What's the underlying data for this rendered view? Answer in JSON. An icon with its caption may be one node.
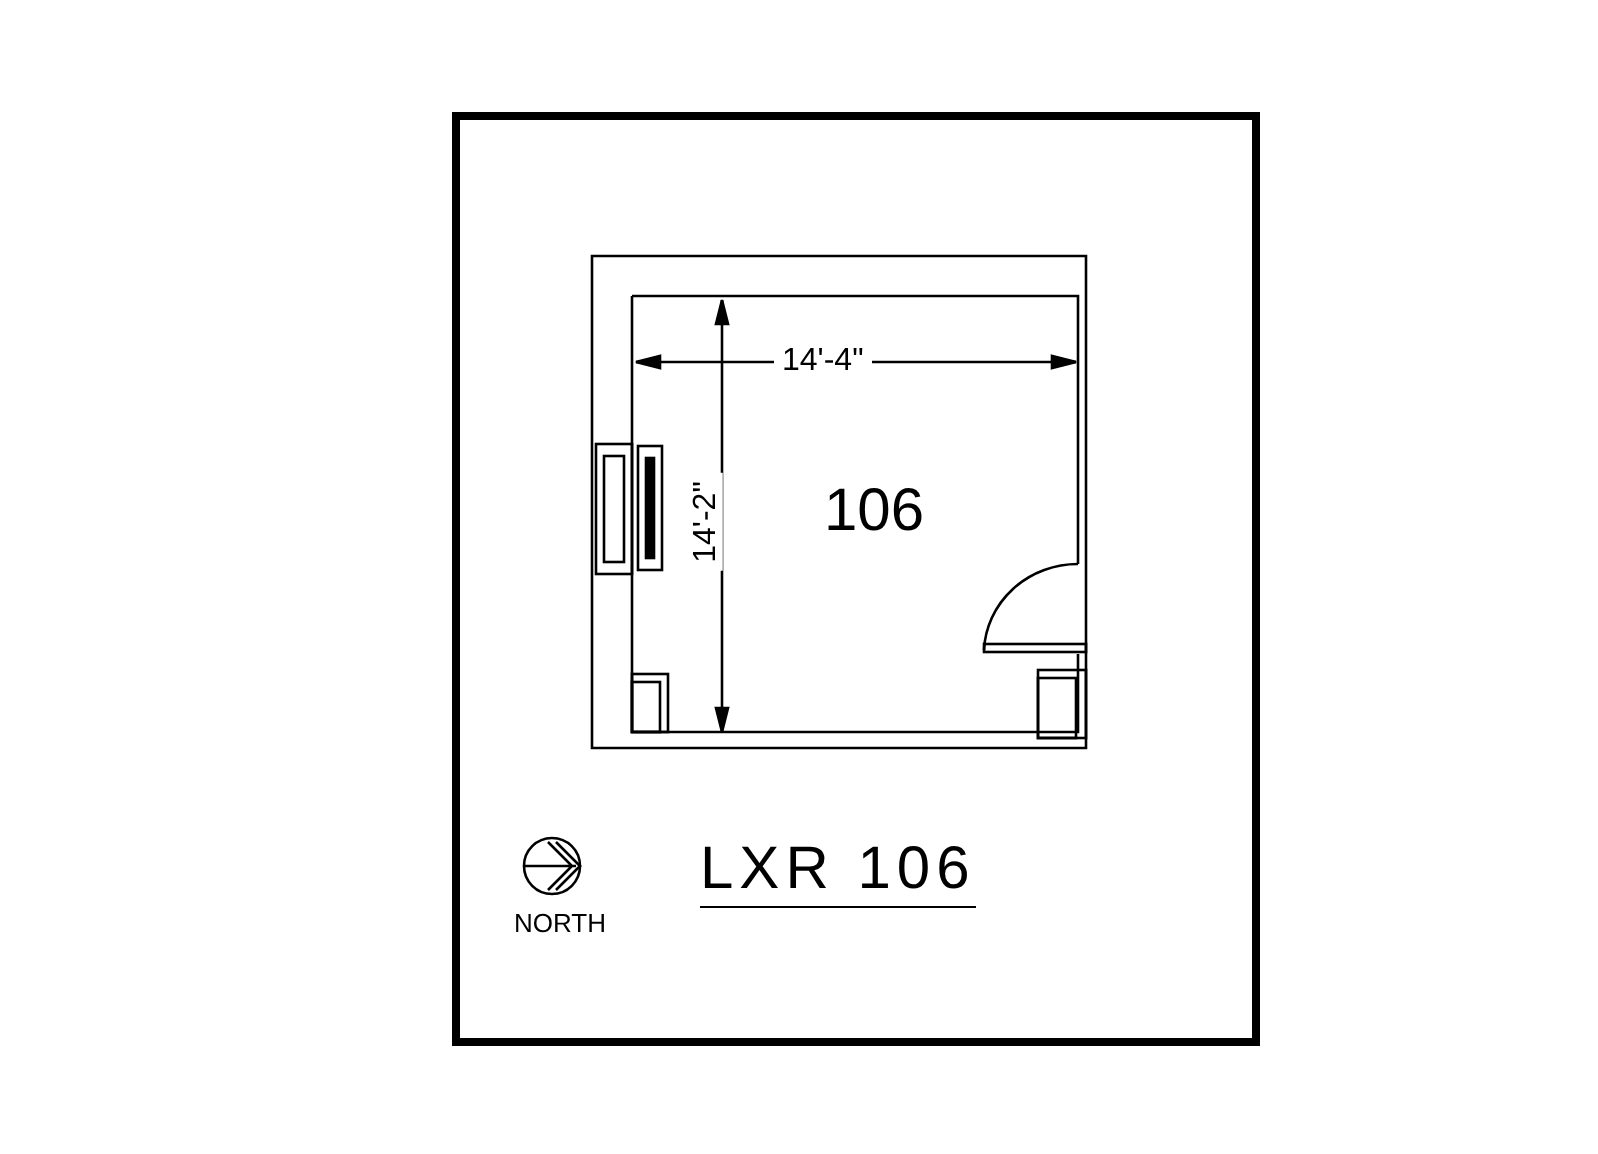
{
  "diagram": {
    "title": "LXR 106",
    "nodes": [
      {
        "text": [
          "106"
        ]
      }
    ],
    "labels": [
      "14'-4\"",
      "14'-2\"",
      "NORTH"
    ]
  }
}
